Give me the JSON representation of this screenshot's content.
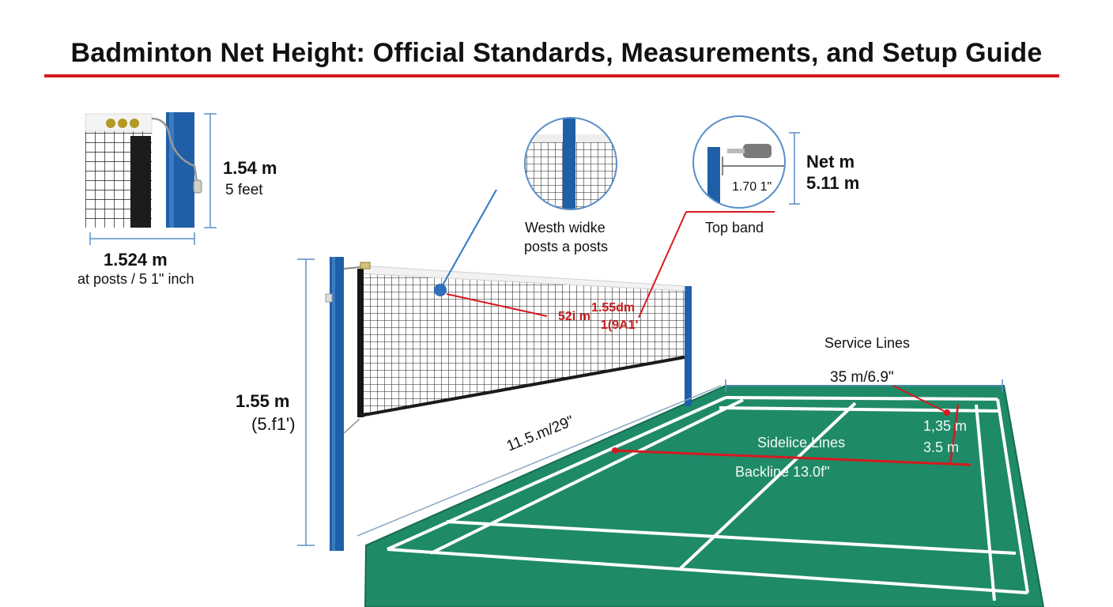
{
  "title": "Badminton Net Height: Official Standards, Measurements, and Setup Guide",
  "colors": {
    "accent_red": "#d7191f",
    "post_blue": "#1f5fa8",
    "court_green": "#1f8a68",
    "court_line": "#ffffff",
    "net_mesh": "#222222"
  },
  "inset_post_detail": {
    "height_value": "1.54 m",
    "height_imperial": "5 feet",
    "width_value": "1.524 m",
    "width_note": "at posts / 5 1\" inch"
  },
  "callout_center": {
    "caption_line1": "Westh widke",
    "caption_line2": "posts a posts"
  },
  "callout_top_band": {
    "inner_measure": "1.70 1\"",
    "value_line1": "Net m",
    "value_line2": "5.11 m",
    "caption": "Top band"
  },
  "net_overlay": {
    "center_value": "1.55dm",
    "left_value": "52i m",
    "lower_value": "1(9A1'"
  },
  "post_height": {
    "value": "1.55 m",
    "imperial": "(5.f1')"
  },
  "net_length": "11.5.m/29\"",
  "court": {
    "service_lines": "Service Lines",
    "service_width": "35 m/6.9\"",
    "sideline_label": "Sidelice Lines",
    "backline_label": "Backline 13.0f\"",
    "right_value_1": "1,35 m",
    "right_value_2": "3.5 m"
  }
}
